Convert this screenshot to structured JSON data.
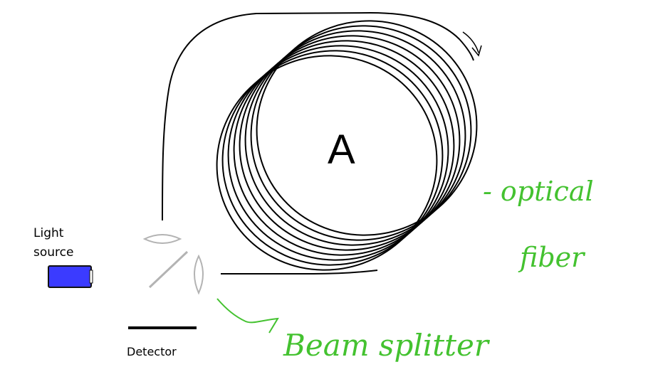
{
  "labels": {
    "light_source": [
      "Light",
      "source"
    ],
    "detector": "Detector",
    "area": "A"
  },
  "annotations": {
    "optical_fiber": [
      "- optical",
      "fiber"
    ],
    "beam_splitter": "Beam splitter"
  },
  "colors": {
    "ink": "#000000",
    "light_source_fill": "#3b3bff",
    "optics_gray": "#b3b3b3",
    "handwriting": "#44c230"
  },
  "icons": {
    "rotation_arrow": "clockwise-arrow-icon"
  }
}
